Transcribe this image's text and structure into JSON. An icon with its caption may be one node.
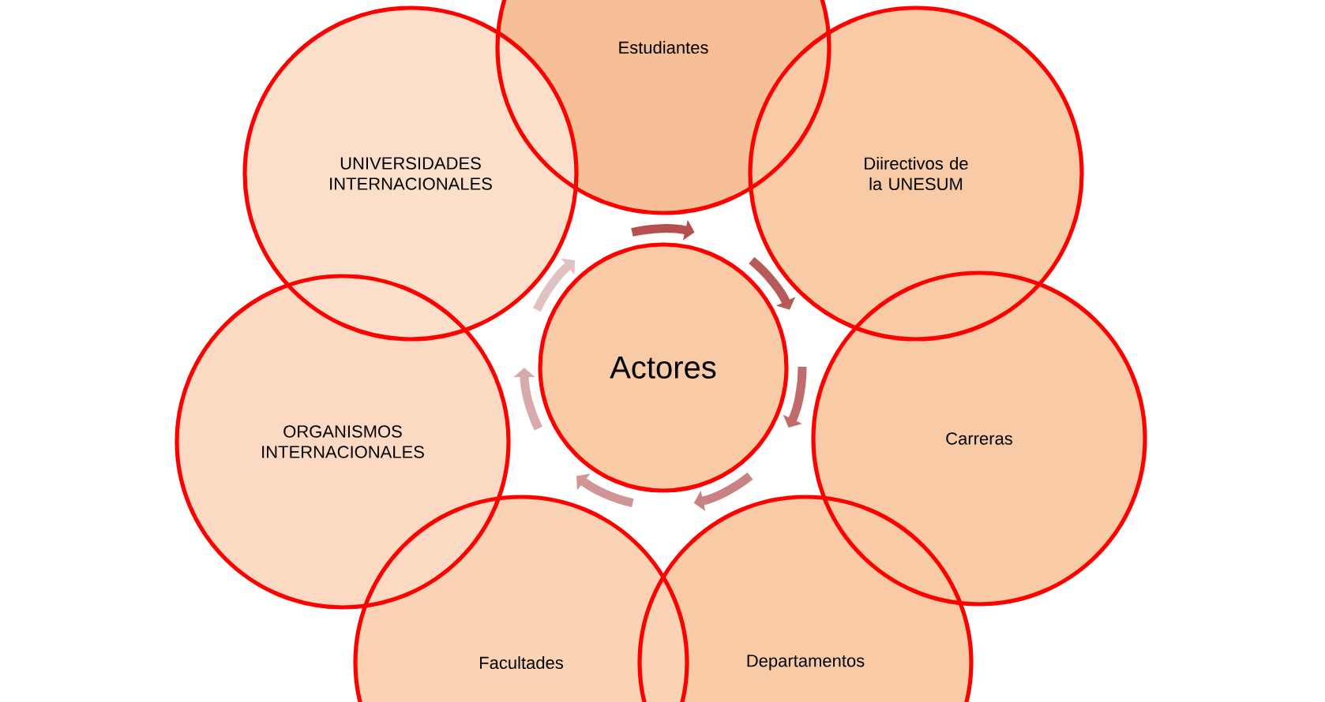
{
  "diagram": {
    "nodes": [
      {
        "text": [
          "Actores"
        ]
      },
      {
        "text": [
          "Estudiantes"
        ]
      },
      {
        "text": [
          "Diirectivos de la UNESUM"
        ]
      },
      {
        "text": [
          "Carreras"
        ]
      },
      {
        "text": [
          "Departamentos"
        ]
      },
      {
        "text": [
          "Facultades"
        ]
      },
      {
        "text": [
          "ORGANISMOS INTERNACIONALES"
        ]
      },
      {
        "text": [
          "UNIVERSIDADES INTERNACIONALES"
        ]
      }
    ]
  }
}
